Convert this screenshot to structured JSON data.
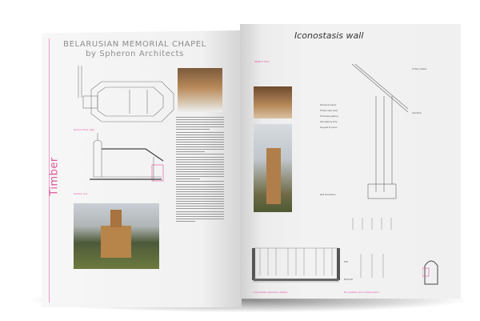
{
  "left_page": {
    "title_line1": "BELARUSIAN MEMORIAL CHAPEL",
    "title_line2": "by Spheron Architects",
    "section_tab": "Timber",
    "captions": {
      "plan": "Ground floor plan",
      "section": "Section A-A"
    }
  },
  "right_page": {
    "title": "Iconostasis wall",
    "project_text_label": "PROJECT TEXT",
    "captions": {
      "elevation": "Iconostasis elevation details",
      "fins": "Fin profiles and configuration"
    },
    "fin_labels": {
      "top": "TOP",
      "bottom": "BOTTOM"
    },
    "detail_labels": [
      "Structural beam",
      "Timber stop bead",
      "Frameless glazing",
      "LED lighting strip",
      "Douglas fir panel",
      "Timber shakes",
      "Insulation",
      "Wall foundation"
    ]
  },
  "colors": {
    "accent": "#e0559a",
    "paper": "#f3f3f3",
    "wood": "#a8733f"
  }
}
